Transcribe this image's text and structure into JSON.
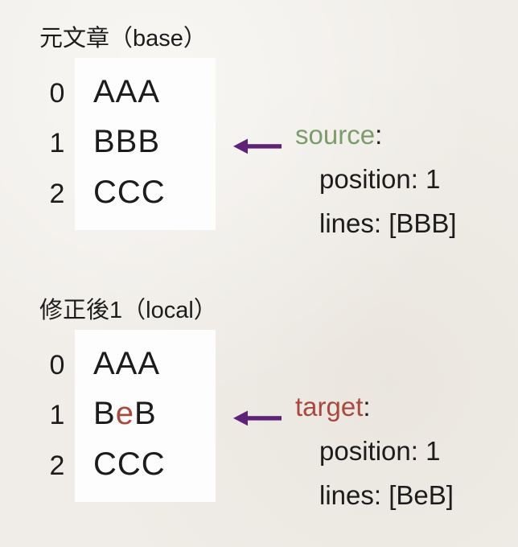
{
  "colors": {
    "background": "#f0ede8",
    "box_white": "#fdfdfd",
    "text_black": "#1c1c1c",
    "source_green": "#7d9c6b",
    "target_red": "#a9483f",
    "arrow_purple": "#5e2277"
  },
  "sections": [
    {
      "id": "base",
      "title": "元文章（base）",
      "rows": [
        {
          "number": "0",
          "parts": [
            {
              "text": "AAA",
              "emphasis": false
            }
          ]
        },
        {
          "number": "1",
          "parts": [
            {
              "text": "BBB",
              "emphasis": false
            }
          ]
        },
        {
          "number": "2",
          "parts": [
            {
              "text": "CCC",
              "emphasis": false
            }
          ]
        }
      ],
      "arrow_icon": "left-arrow",
      "annotation": {
        "label": "source",
        "colon": ":",
        "properties": [
          "position: 1",
          "lines: [BBB]"
        ]
      }
    },
    {
      "id": "local",
      "title": "修正後1（local）",
      "rows": [
        {
          "number": "0",
          "parts": [
            {
              "text": "AAA",
              "emphasis": false
            }
          ]
        },
        {
          "number": "1",
          "parts": [
            {
              "text": "B",
              "emphasis": false
            },
            {
              "text": "e",
              "emphasis": true
            },
            {
              "text": "B",
              "emphasis": false
            }
          ]
        },
        {
          "number": "2",
          "parts": [
            {
              "text": "CCC",
              "emphasis": false
            }
          ]
        }
      ],
      "arrow_icon": "left-arrow",
      "annotation": {
        "label": "target",
        "colon": ":",
        "properties": [
          "position: 1",
          "lines: [BeB]"
        ]
      }
    }
  ]
}
